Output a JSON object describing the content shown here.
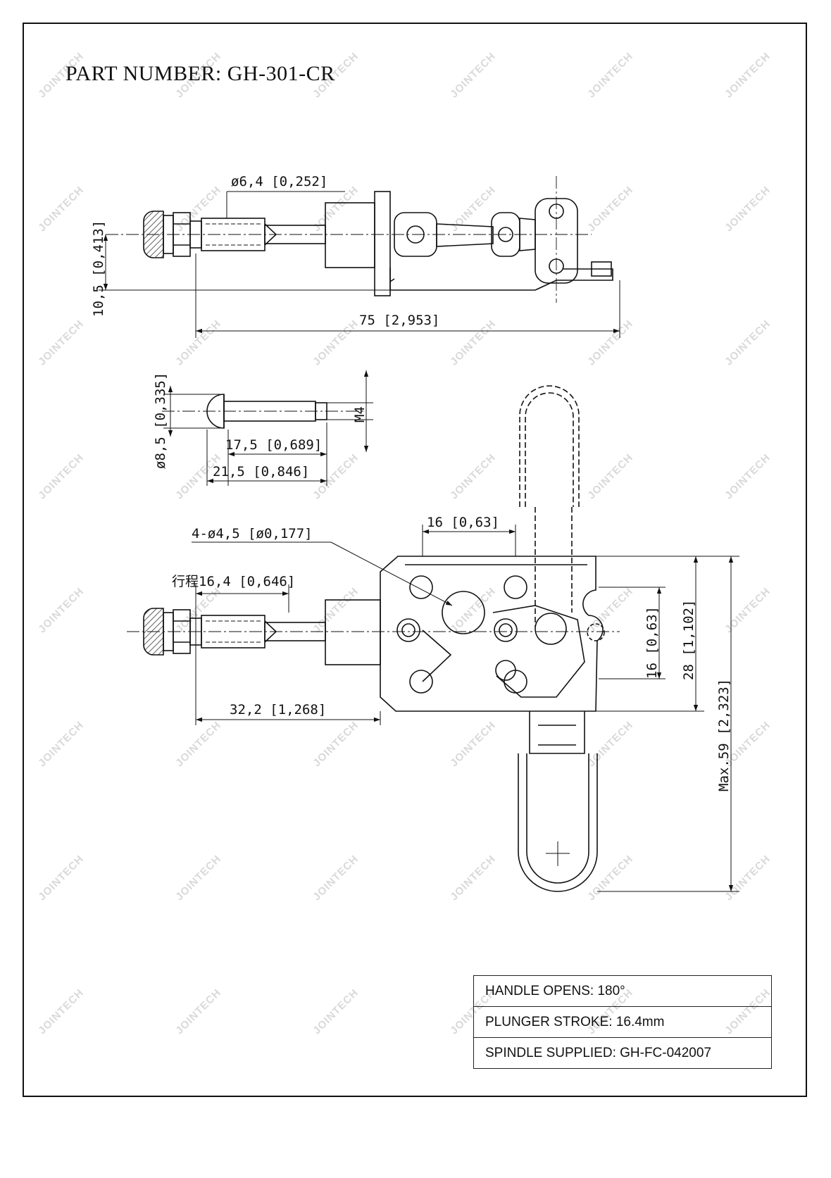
{
  "title": "PART NUMBER:  GH-301-CR",
  "watermark": "JOINTECH",
  "dimensions": {
    "shaft_dia": "ø6,4 [0,252]",
    "height_10_5": "10,5 [0,413]",
    "overall_length": "75 [2,953]",
    "spindle_head_dia": "ø8,5 [0,335]",
    "spindle_thread": "M4",
    "spindle_length_17_5": "17,5 [0,689]",
    "spindle_length_21_5": "21,5 [0,846]",
    "holes": "4-ø4,5 [ø0,177]",
    "hole_spacing_top": "16 [0,63]",
    "stroke": "行程16,4 [0,646]",
    "hole_spacing_side": "16 [0,63]",
    "base_height": "28 [1,102]",
    "max_height": "Max.59 [2,323]",
    "plunger_length": "32,2 [1,268]"
  },
  "notes": [
    "HANDLE OPENS: 180°",
    "PLUNGER STROKE: 16.4mm",
    "SPINDLE SUPPLIED: GH-FC-042007"
  ]
}
